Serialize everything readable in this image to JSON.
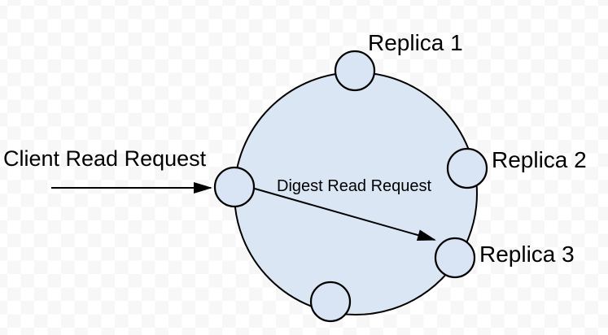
{
  "diagram": {
    "type": "distributed-read-request-diagram",
    "labels": {
      "client_read_request": "Client Read Request",
      "digest_read_request": "Digest Read Request",
      "replica_1": "Replica 1",
      "replica_2": "Replica 2",
      "replica_3": "Replica 3"
    },
    "colors": {
      "shape_fill": "#d9e4f4",
      "shape_stroke": "#000000",
      "arrow": "#000000",
      "text": "#000000",
      "checker_light": "#ffffff",
      "checker_dark": "#f7f7f7"
    }
  }
}
